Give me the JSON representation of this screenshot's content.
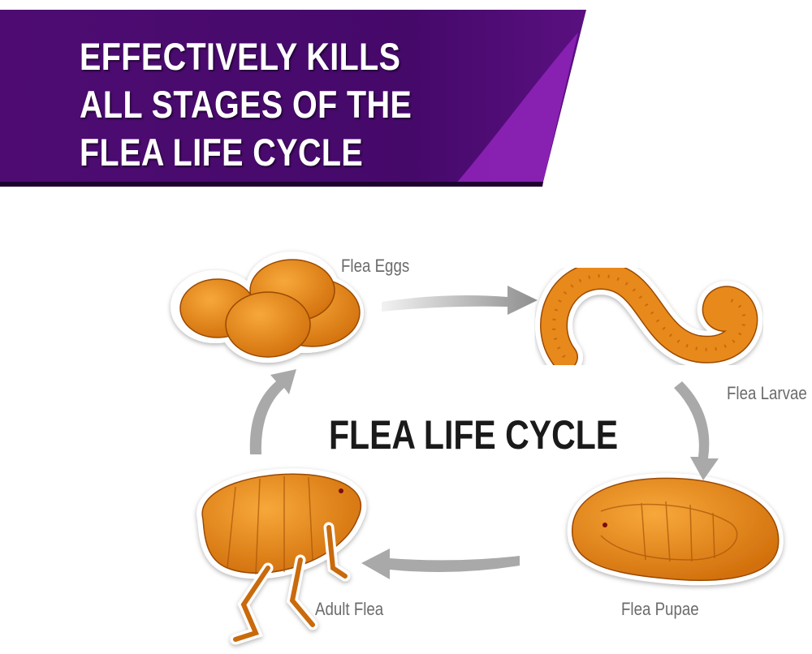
{
  "banner": {
    "lines": [
      "EFFECTIVELY KILLS",
      "ALL STAGES OF THE",
      "FLEA LIFE CYCLE"
    ],
    "color_dark": "#4a0b6e",
    "color_light": "#8e22b8"
  },
  "diagram": {
    "title": "FLEA LIFE CYCLE",
    "stages": [
      {
        "label": "Flea Eggs",
        "icon": "flea-eggs-icon"
      },
      {
        "label": "Flea Larvae",
        "icon": "flea-larva-icon"
      },
      {
        "label": "Flea Pupae",
        "icon": "flea-pupa-icon"
      },
      {
        "label": "Adult Flea",
        "icon": "adult-flea-icon"
      }
    ],
    "stage_color": "#e8891a",
    "arrow_color": "#9a9a9a"
  }
}
